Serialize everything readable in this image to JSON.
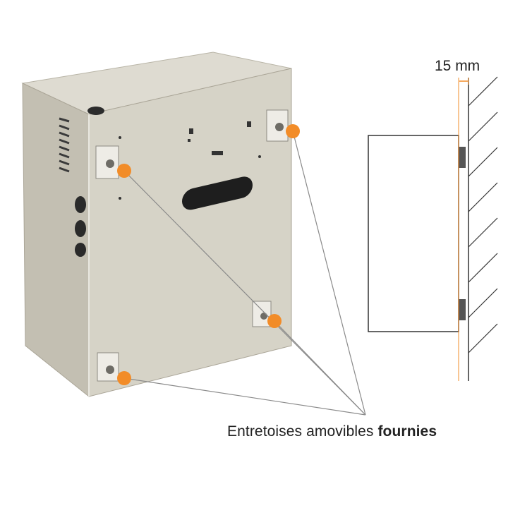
{
  "caption": {
    "text_regular": "Entretoises amovibles",
    "text_bold": "fournies"
  },
  "dimension": {
    "label": "15 mm"
  },
  "colors": {
    "accent": "#f28c28",
    "box_front": "#d6d3c7",
    "box_side": "#c3bfb2",
    "box_top": "#dedbd1",
    "wall_hatch": "#333333"
  },
  "icons": {
    "spacer_marker": "orange-dot"
  }
}
